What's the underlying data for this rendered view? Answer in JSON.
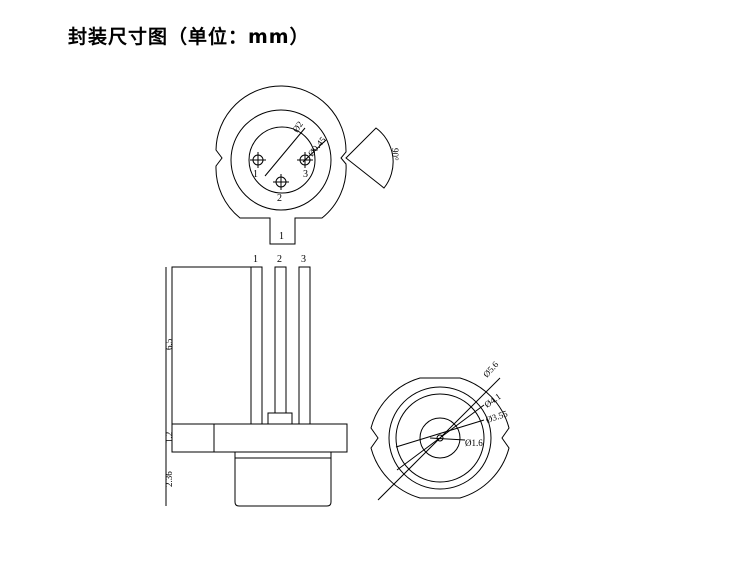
{
  "title": "封装尺寸图（单位：mm）",
  "top_view": {
    "pin_labels": [
      "1",
      "2",
      "3"
    ],
    "dim_diameter": "Ø2",
    "dim_pin": "Ø0.45",
    "dim_angle": "90°",
    "tab_label": "1"
  },
  "side_view": {
    "pin_labels": [
      "1",
      "2",
      "3"
    ],
    "dims": [
      "6.5",
      "1.2",
      "2.36"
    ]
  },
  "bottom_view": {
    "dims": [
      "Ø5.6",
      "Ø4.1",
      "Ø3.55",
      "Ø1.6"
    ]
  }
}
